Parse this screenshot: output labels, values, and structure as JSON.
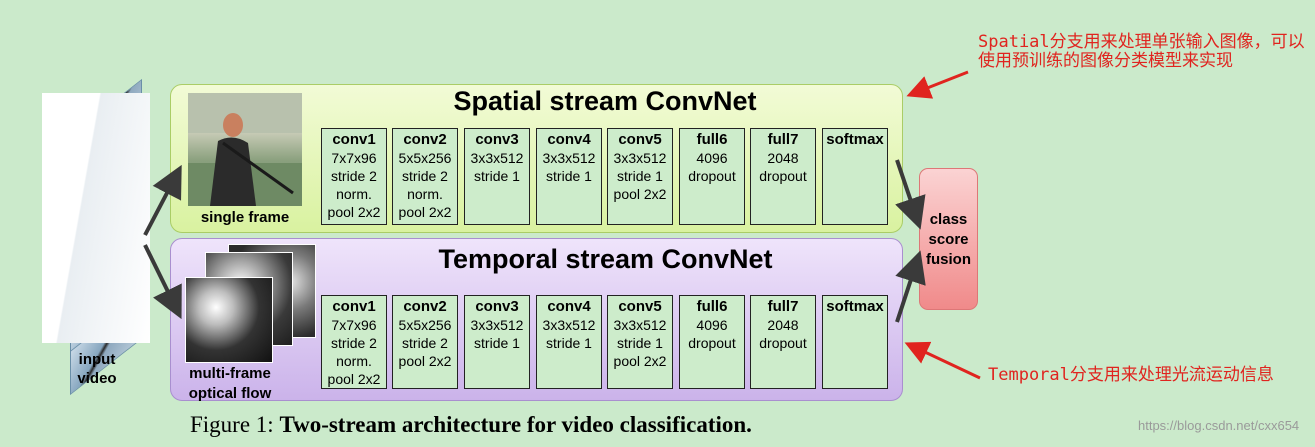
{
  "input": {
    "label_line1": "input",
    "label_line2": "video"
  },
  "spatial": {
    "title": "Spatial stream ConvNet",
    "thumbnail_label": "single frame",
    "layers": [
      {
        "name": "conv1",
        "lines": [
          "7x7x96",
          "stride 2",
          "norm.",
          "pool 2x2"
        ]
      },
      {
        "name": "conv2",
        "lines": [
          "5x5x256",
          "stride 2",
          "norm.",
          "pool 2x2"
        ]
      },
      {
        "name": "conv3",
        "lines": [
          "3x3x512",
          "stride 1"
        ]
      },
      {
        "name": "conv4",
        "lines": [
          "3x3x512",
          "stride 1"
        ]
      },
      {
        "name": "conv5",
        "lines": [
          "3x3x512",
          "stride 1",
          "pool 2x2"
        ]
      },
      {
        "name": "full6",
        "lines": [
          "4096",
          "dropout"
        ]
      },
      {
        "name": "full7",
        "lines": [
          "2048",
          "dropout"
        ]
      },
      {
        "name": "softmax",
        "lines": []
      }
    ]
  },
  "temporal": {
    "title": "Temporal stream ConvNet",
    "thumbnail_label_line1": "multi-frame",
    "thumbnail_label_line2": "optical flow",
    "layers": [
      {
        "name": "conv1",
        "lines": [
          "7x7x96",
          "stride 2",
          "norm.",
          "pool 2x2"
        ]
      },
      {
        "name": "conv2",
        "lines": [
          "5x5x256",
          "stride 2",
          "pool 2x2"
        ]
      },
      {
        "name": "conv3",
        "lines": [
          "3x3x512",
          "stride 1"
        ]
      },
      {
        "name": "conv4",
        "lines": [
          "3x3x512",
          "stride 1"
        ]
      },
      {
        "name": "conv5",
        "lines": [
          "3x3x512",
          "stride 1",
          "pool 2x2"
        ]
      },
      {
        "name": "full6",
        "lines": [
          "4096",
          "dropout"
        ]
      },
      {
        "name": "full7",
        "lines": [
          "2048",
          "dropout"
        ]
      },
      {
        "name": "softmax",
        "lines": []
      }
    ]
  },
  "fusion": {
    "line1": "class",
    "line2": "score",
    "line3": "fusion"
  },
  "annotations": {
    "spatial": "Spatial分支用来处理单张输入图像，可以使用预训练的图像分类模型来实现",
    "temporal": "Temporal分支用来处理光流运动信息"
  },
  "caption": {
    "prefix": "Figure 1: ",
    "bold": "Two-stream architecture for video classification."
  },
  "watermark": "https://blog.csdn.net/cxx654",
  "colors": {
    "annotation": "#e0241f",
    "spatial_panel": "#e6f7bd",
    "temporal_panel": "#ddcdf3",
    "fusion": "#f5a9a9"
  }
}
